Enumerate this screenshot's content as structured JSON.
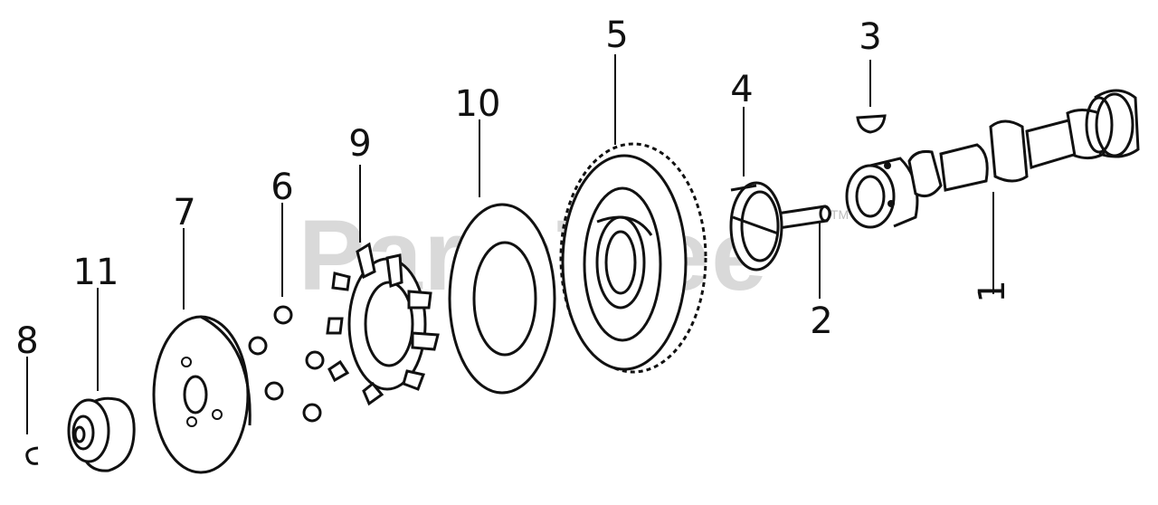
{
  "watermark": {
    "text": "PartsTree",
    "tm": "TM"
  },
  "callouts": [
    {
      "id": "1",
      "label": "1"
    },
    {
      "id": "2",
      "label": "2"
    },
    {
      "id": "3",
      "label": "3"
    },
    {
      "id": "4",
      "label": "4"
    },
    {
      "id": "5",
      "label": "5"
    },
    {
      "id": "6",
      "label": "6"
    },
    {
      "id": "7",
      "label": "7"
    },
    {
      "id": "8",
      "label": "8"
    },
    {
      "id": "9",
      "label": "9"
    },
    {
      "id": "10",
      "label": "10"
    },
    {
      "id": "11",
      "label": "11"
    }
  ]
}
